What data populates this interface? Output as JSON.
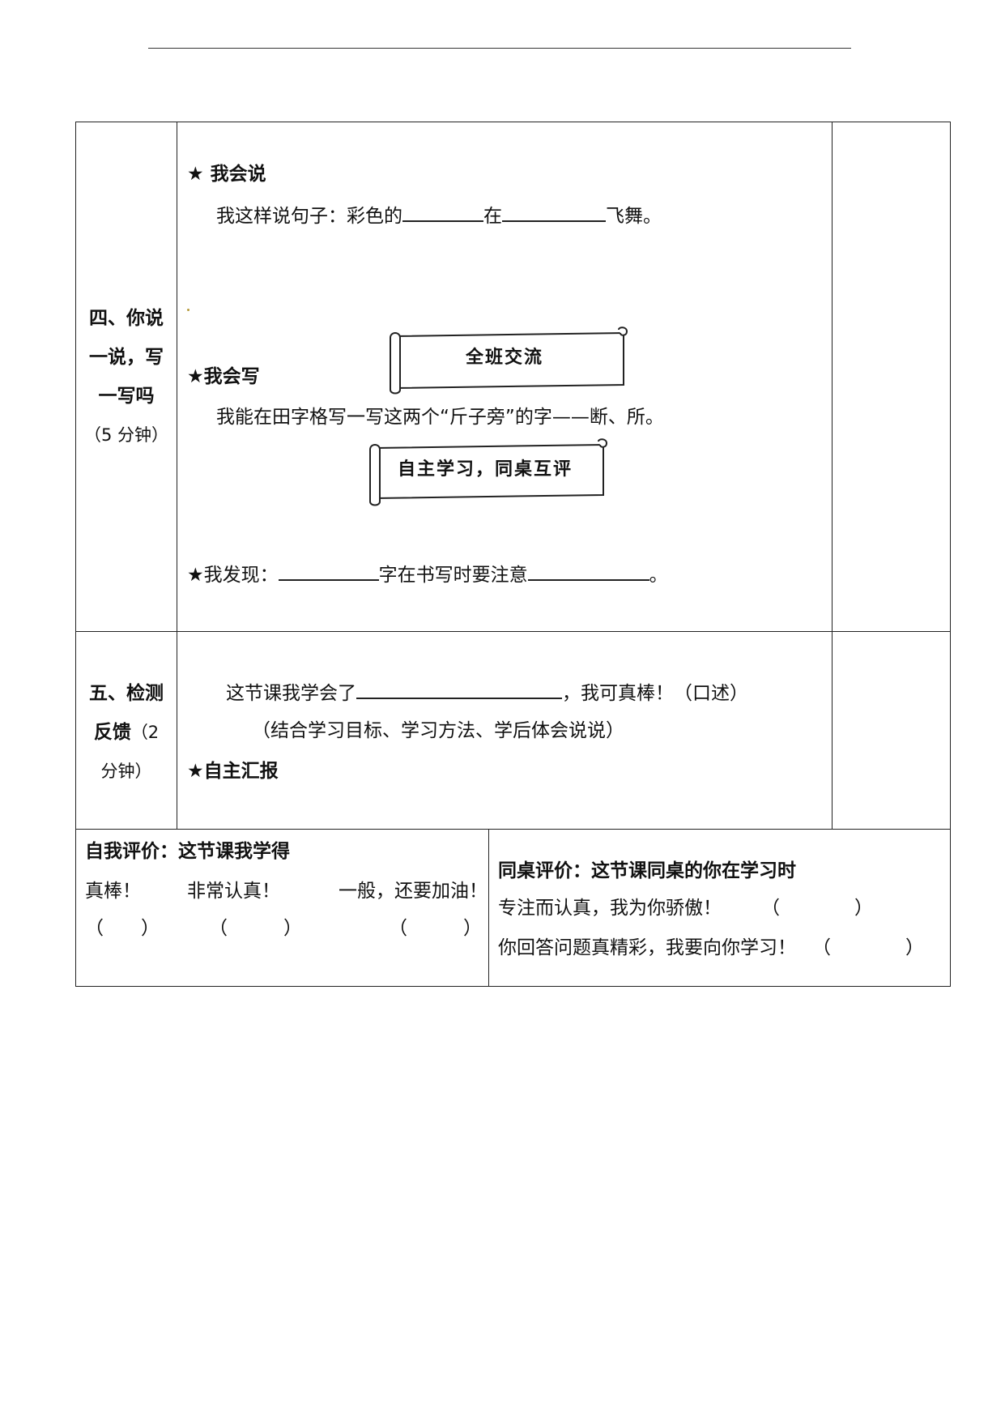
{
  "section4": {
    "title_line1": "四、你说",
    "title_line2": "一说，写",
    "title_line3": "一写吗",
    "time": "（5 分钟）",
    "speak_heading": "★ 我会说",
    "speak_prefix": "我这样说句子：彩色的",
    "speak_mid": "在",
    "speak_suffix": "飞舞。",
    "scroll1": "全班交流",
    "write_heading": "★我会写",
    "write_text": "我能在田字格写一写这两个“斤子旁”的字——断、所。",
    "scroll2": "自主学习，同桌互评",
    "discover_prefix": "★我发现：",
    "discover_mid": "字在书写时要注意",
    "discover_suffix": "。"
  },
  "section5": {
    "title_line1": "五、检测",
    "title_line2": "反馈",
    "title_line2b": "（2",
    "title_line3": "分钟）",
    "learned_prefix": "这节课我学会了",
    "learned_suffix": "，我可真棒！（口述）",
    "hint": "（结合学习目标、学习方法、学后体会说说）",
    "report": "★自主汇报"
  },
  "self_eval": {
    "heading": "自我评价：这节课我学得",
    "opt1": "真棒！",
    "opt2": "非常认真！",
    "opt3": "一般，还要加油！",
    "paren1": "（　　）",
    "paren2": "（　　　）",
    "paren3": "（　　　）"
  },
  "peer_eval": {
    "heading": "同桌评价：这节课同桌的你在学习时",
    "line1": "专注而认真，我为你骄傲！",
    "paren1": "（　　　　）",
    "line2": "你回答问题真精彩，我要向你学习！",
    "paren2": "（　　　　）"
  }
}
